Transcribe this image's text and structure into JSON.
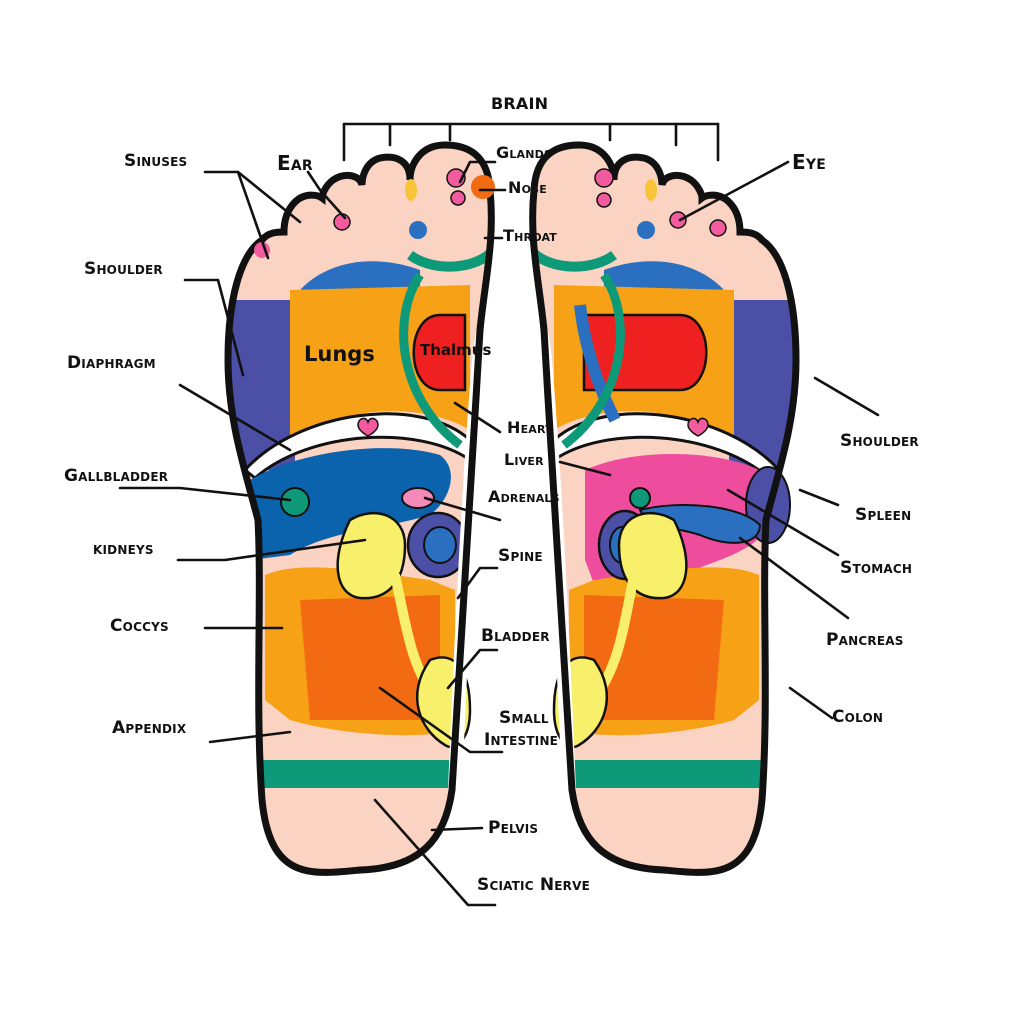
{
  "labels": {
    "brain": "BRAIN",
    "sinuses": "Sinuses",
    "ear": "Ear",
    "glands": "Glands",
    "nose": "Nose",
    "throat": "Throat",
    "eye": "Eye",
    "shoulder_left": "Shoulder",
    "shoulder_right": "Shoulder",
    "diaphragm": "Diaphragm",
    "lungs": "Lungs",
    "thalmus": "Thalmus",
    "heart": "Heart",
    "liver": "Liver",
    "adrenals": "Adrenals",
    "gallbladder": "Gallbladder",
    "kidneys": "kidneys",
    "spine": "Spine",
    "spleen": "Spleen",
    "stomach": "Stomach",
    "coccys": "Coccys",
    "bladder": "Bladder",
    "pancreas": "Pancreas",
    "appendix": "Appendix",
    "small_intestine_1": "Small",
    "small_intestine_2": "Intestine",
    "colon": "Colon",
    "pelvis": "Pelvis",
    "sciatic_nerve": "Sciatic Nerve"
  },
  "colors": {
    "skin": "#fbd3c2",
    "outline": "#111111",
    "shoulder": "#4b4fa6",
    "lungs": "#f7a116",
    "thalmus": "#ee2020",
    "liver": "#0b63ad",
    "heart_green": "#0e9a78",
    "kidney": "#f8f06a",
    "colon_outer": "#f7a116",
    "intestine": "#f26b12",
    "stomach_pink": "#ee4d9d",
    "pink_dot": "#f25c9e",
    "blue_spot": "#2a6fc0"
  }
}
